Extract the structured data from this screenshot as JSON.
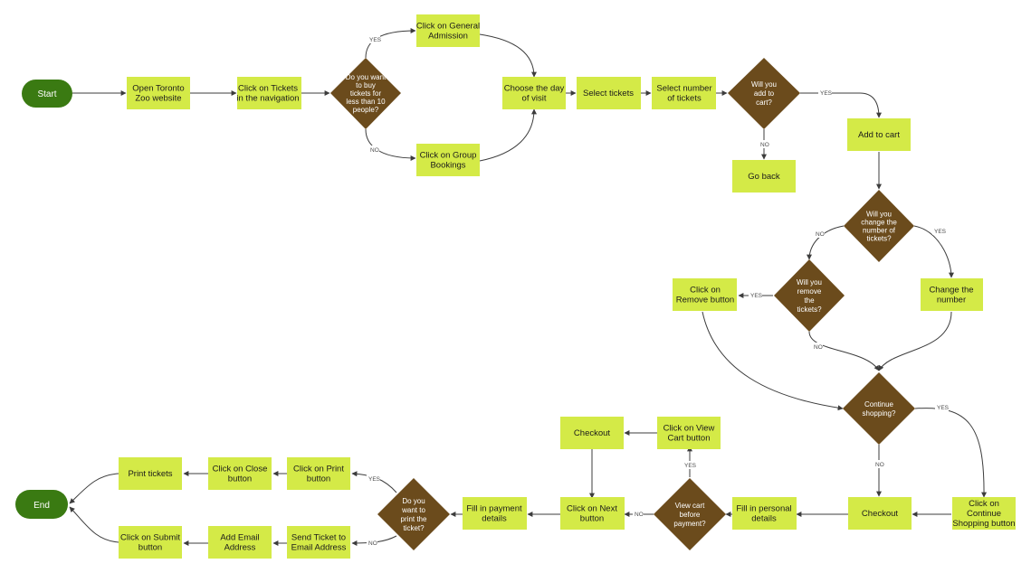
{
  "colors": {
    "process_fill": "#d4ea47",
    "decision_fill": "#6b4b1c",
    "terminal_fill": "#3a7a12",
    "edge": "#3c3c3c"
  },
  "nodes": {
    "start": "Start",
    "open_zoo": [
      "Open Toronto",
      "Zoo website"
    ],
    "click_tickets": [
      "Click on Tickets",
      "in the navigation"
    ],
    "q_group": [
      "Do you want",
      "to buy",
      "tickets for",
      "less than 10",
      "people?"
    ],
    "general_admission": [
      "Click on General",
      "Admission"
    ],
    "group_bookings": [
      "Click on Group",
      "Bookings"
    ],
    "choose_day": [
      "Choose the day",
      "of visit"
    ],
    "select_tickets": [
      "Select tickets"
    ],
    "select_number": [
      "Select number",
      "of tickets"
    ],
    "q_add_cart": [
      "Will you",
      "add to",
      "cart?"
    ],
    "go_back": [
      "Go back"
    ],
    "add_to_cart": [
      "Add to cart"
    ],
    "q_change_number": [
      "Will you",
      "change the",
      "number of",
      "tickets?"
    ],
    "q_remove": [
      "Will you",
      "remove",
      "the",
      "tickets?"
    ],
    "click_remove": [
      "Click on",
      "Remove button"
    ],
    "change_number": [
      "Change the",
      "number"
    ],
    "q_continue": [
      "Continue",
      "shopping?"
    ],
    "checkout_1": [
      "Checkout"
    ],
    "continue_shopping": [
      "Click on",
      "Continue",
      "Shopping button"
    ],
    "fill_personal": [
      "Fill in personal",
      "details"
    ],
    "q_view_cart": [
      "View cart",
      "before",
      "payment?"
    ],
    "click_view_cart": [
      "Click on View",
      "Cart button"
    ],
    "checkout_2": [
      "Checkout"
    ],
    "click_next": [
      "Click on Next",
      "button"
    ],
    "fill_payment": [
      "Fill in payment",
      "details"
    ],
    "q_print": [
      "Do you",
      "want to",
      "print the",
      "ticket?"
    ],
    "click_print": [
      "Click on Print",
      "button"
    ],
    "click_close": [
      "Click on Close",
      "button"
    ],
    "print_tickets": [
      "Print tickets"
    ],
    "send_email": [
      "Send Ticket to",
      "Email Address"
    ],
    "add_email": [
      "Add Email",
      "Address"
    ],
    "click_submit": [
      "Click on Submit",
      "button"
    ],
    "end": "End"
  },
  "edge_labels": {
    "yes": "YES",
    "no": "NO"
  }
}
